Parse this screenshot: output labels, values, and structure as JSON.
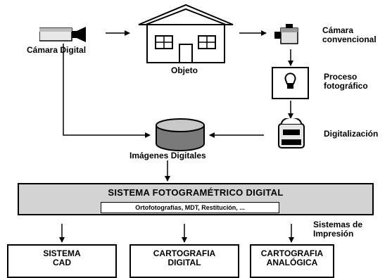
{
  "nodes": {
    "camara_digital": "Cámara Digital",
    "objeto": "Objeto",
    "camara_convencional": [
      "Cámara",
      "convencional"
    ],
    "proceso_fotografico": [
      "Proceso",
      "fotográfico"
    ],
    "digitalizacion": "Digitalización",
    "imagenes_digitales": "Imágenes Digitales",
    "sistema_fotogrametrico": "SISTEMA FOTOGRAMÉTRICO DIGITAL",
    "productos": "Ortofotografías, MDT, Restitución, ...",
    "sistemas_impresion": [
      "Sistemas de",
      "Impresión"
    ],
    "sistema_cad": [
      "SISTEMA",
      "CAD"
    ],
    "cartografia_digital": [
      "CARTOGRAFIA",
      "DIGITAL"
    ],
    "cartografia_analogica": [
      "CARTOGRAFIA",
      "ANALÓGICA"
    ]
  }
}
